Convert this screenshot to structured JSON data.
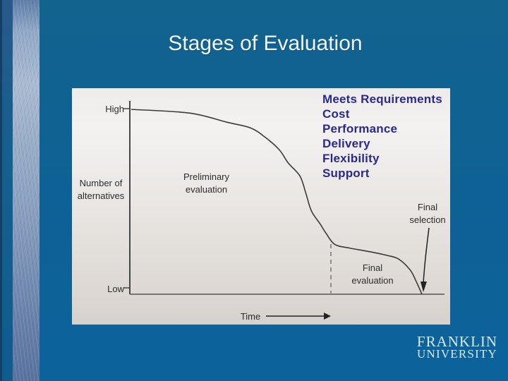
{
  "slide": {
    "title": "Stages of Evaluation"
  },
  "criteria": {
    "items": [
      "Meets Requirements",
      "Cost",
      "Performance",
      "Delivery",
      "Flexibility",
      "Support"
    ],
    "text_color": "#29298e"
  },
  "chart": {
    "labels": {
      "high": "High",
      "low": "Low",
      "y_axis": "Number of\nalternatives",
      "x_axis": "Time",
      "preliminary": "Preliminary\nevaluation",
      "final_evaluation": "Final\nevaluation",
      "final_selection": "Final\nselection"
    }
  },
  "chart_data": {
    "type": "line",
    "title": "Stages of Evaluation",
    "xlabel": "Time",
    "ylabel": "Number of alternatives",
    "y_tick_labels": [
      "High",
      "Low"
    ],
    "x_axis_numeric": false,
    "grid": false,
    "legend": "none",
    "series": [
      {
        "name": "Number of alternatives",
        "points": [
          [
            0.0,
            1.0
          ],
          [
            0.2,
            0.98
          ],
          [
            0.33,
            0.93
          ],
          [
            0.41,
            0.9
          ],
          [
            0.46,
            0.85
          ],
          [
            0.51,
            0.78
          ],
          [
            0.54,
            0.71
          ],
          [
            0.58,
            0.64
          ],
          [
            0.6,
            0.55
          ],
          [
            0.62,
            0.45
          ],
          [
            0.65,
            0.38
          ],
          [
            0.67,
            0.33
          ],
          [
            0.7,
            0.27
          ],
          [
            0.75,
            0.25
          ],
          [
            0.82,
            0.23
          ],
          [
            0.88,
            0.21
          ],
          [
            0.92,
            0.19
          ],
          [
            0.96,
            0.13
          ],
          [
            0.98,
            0.07
          ],
          [
            1.0,
            0.0
          ]
        ]
      }
    ],
    "dashed_divider_x": 0.687,
    "annotations": [
      {
        "text": "Preliminary evaluation",
        "x": 0.26,
        "y": 0.6
      },
      {
        "text": "Final evaluation",
        "x": 0.83,
        "y": 0.14
      },
      {
        "text": "Final selection",
        "x": 1.02,
        "y": 0.5,
        "arrow_to_x": 1.0,
        "arrow_to_y": 0.02
      },
      {
        "text": "Meets Requirements / Cost / Performance / Delivery / Flexibility / Support",
        "x": 0.91,
        "y": 1.0
      }
    ],
    "axis_range_note": "qualitative axes: y from Low to High, x is unscaled Time"
  },
  "logo": {
    "line1": "FRANKLIN",
    "line2": "UNIVERSITY"
  },
  "colors": {
    "background_blue": "#0e6195",
    "accent_bar": "#8ea7c6",
    "chart_background": "#e8e5e2",
    "curve": "#3a3a3a",
    "criteria_text": "#29298e",
    "title_text": "#f2f9fe",
    "logo_text": "#d9e9f4"
  }
}
